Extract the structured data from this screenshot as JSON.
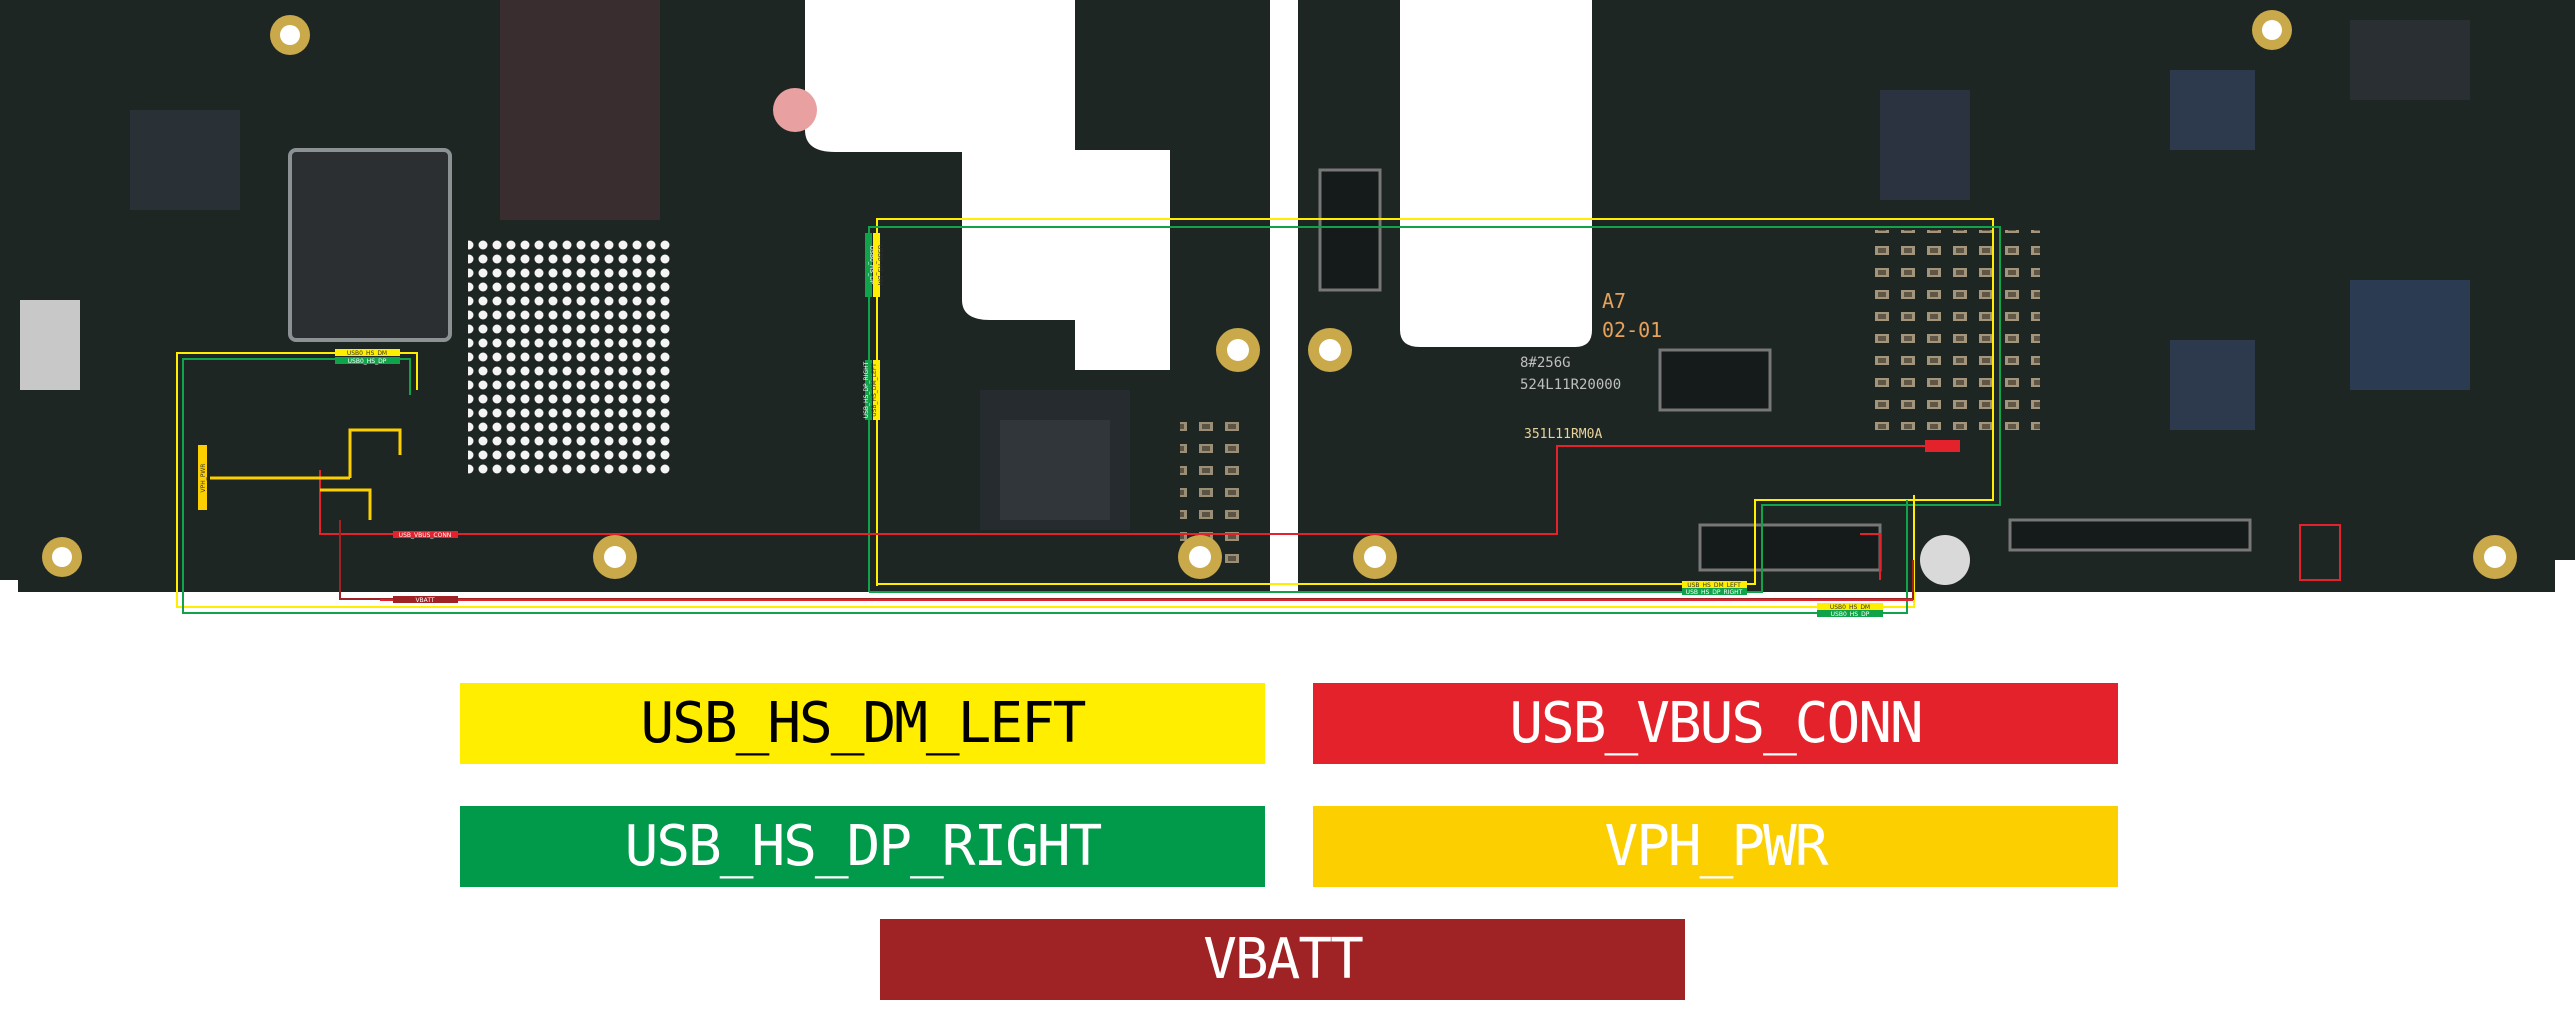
{
  "legend": [
    {
      "label": "USB_HS_DM_LEFT",
      "color": "#ffee00",
      "text_color": "#000000"
    },
    {
      "label": "USB_VBUS_CONN",
      "color": "#e3222b",
      "text_color": "#ffffff"
    },
    {
      "label": "USB_HS_DP_RIGHT",
      "color": "#009a4a",
      "text_color": "#ffffff"
    },
    {
      "label": "VPH_PWR",
      "color": "#fcd000",
      "text_color": "#ffffff"
    },
    {
      "label": "VBATT",
      "color": "#9f2224",
      "text_color": "#ffffff"
    }
  ],
  "net_tags": {
    "usb0_hs_dm": "USB0_HS_DM",
    "usb0_hs_dp": "USB0_HS_DP",
    "usb_hs_dm_left": "USB_HS_DM_LEFT",
    "usb_hs_dp_right": "USB_HS_DP_RIGHT",
    "usb_vbus_conn": "USB_VBUS_CONN",
    "vbatt": "VBATT",
    "vph_pwr": "VPH_PWR"
  },
  "silkscreen": {
    "a7": "A7",
    "rev": "02-01",
    "code1": "8#256G",
    "code2": "524L11R20000",
    "code3": "351L11RM0A"
  }
}
